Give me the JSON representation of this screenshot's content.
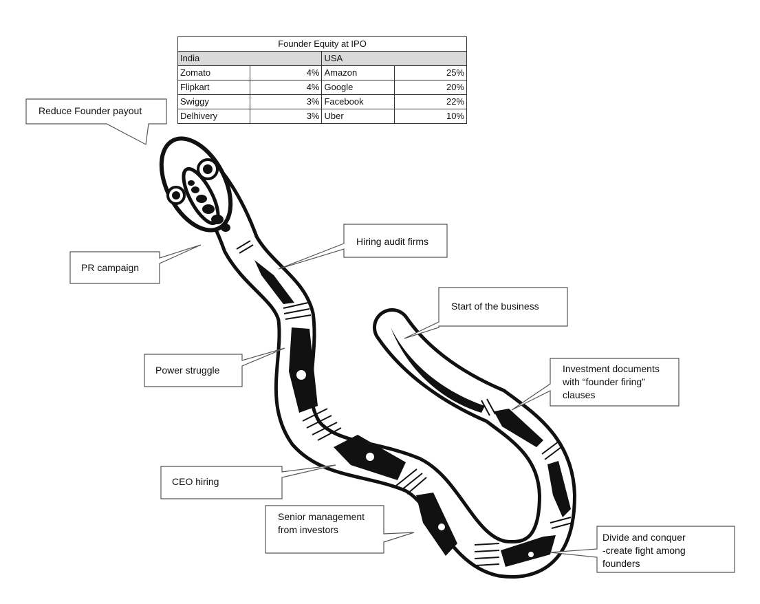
{
  "table": {
    "title": "Founder Equity at IPO",
    "headers": [
      "India",
      "USA"
    ],
    "rows": [
      {
        "india_company": "Zomato",
        "india_pct": "4%",
        "usa_company": "Amazon",
        "usa_pct": "25%"
      },
      {
        "india_company": "Flipkart",
        "india_pct": "4%",
        "usa_company": "Google",
        "usa_pct": "20%"
      },
      {
        "india_company": "Swiggy",
        "india_pct": "3%",
        "usa_company": "Facebook",
        "usa_pct": "22%"
      },
      {
        "india_company": "Delhivery",
        "india_pct": "3%",
        "usa_company": "Uber",
        "usa_pct": "10%"
      }
    ]
  },
  "callouts": {
    "reduce_founder_payout": [
      "Reduce Founder payout"
    ],
    "pr_campaign": [
      "PR campaign"
    ],
    "hiring_audit_firms": [
      "Hiring audit firms"
    ],
    "start_of_business": [
      "Start of the business"
    ],
    "power_struggle": [
      "Power struggle"
    ],
    "investment_documents": [
      "Investment documents",
      "with “founder firing”",
      "clauses"
    ],
    "ceo_hiring": [
      "CEO hiring"
    ],
    "senior_management": [
      "Senior management",
      "from investors"
    ],
    "divide_and_conquer": [
      "Divide and conquer",
      "-create fight among",
      "founders"
    ]
  },
  "colors": {
    "ink": "#111111",
    "table_header_fill": "#d9d9d9",
    "callout_border": "#555555"
  }
}
